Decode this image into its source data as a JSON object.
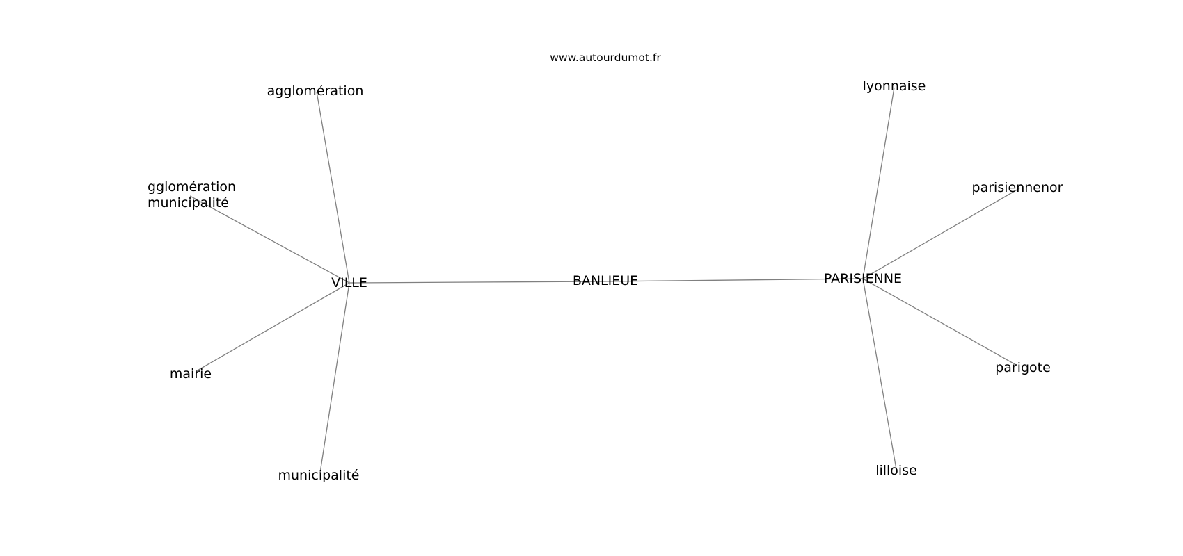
{
  "source": "www.autourdumot.fr",
  "nodes": {
    "banlieue": "BANLIEUE",
    "ville": "VILLE",
    "parisienne": "PARISIENNE",
    "agglomeration": "agglomération",
    "agglo_municipalite": [
      "gglomération",
      "municipalité"
    ],
    "mairie": "mairie",
    "municipalite": "municipalité",
    "lyonnaise": "lyonnaise",
    "parisiennenor": "parisiennenor",
    "parigote": "parigote",
    "lilloise": "lilloise"
  },
  "edges": [
    [
      "ville",
      "banlieue"
    ],
    [
      "banlieue",
      "parisienne"
    ],
    [
      "ville",
      "agglomeration"
    ],
    [
      "ville",
      "agglo_municipalite"
    ],
    [
      "ville",
      "mairie"
    ],
    [
      "ville",
      "municipalite"
    ],
    [
      "parisienne",
      "lyonnaise"
    ],
    [
      "parisienne",
      "parisiennenor"
    ],
    [
      "parisienne",
      "parigote"
    ],
    [
      "parisienne",
      "lilloise"
    ]
  ],
  "colors": {
    "edge": "#808080",
    "text": "#000000",
    "background": "#ffffff"
  }
}
